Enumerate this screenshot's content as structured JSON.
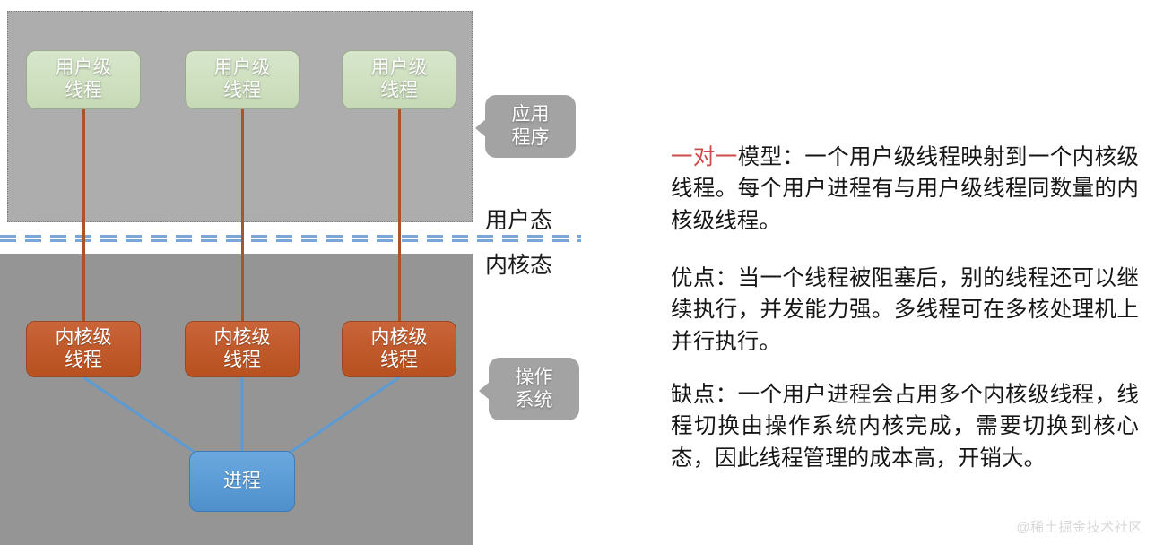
{
  "diagram": {
    "user_space_label": "用户态",
    "kernel_space_label": "内核态",
    "callouts": {
      "application": {
        "line1": "应用",
        "line2": "程序"
      },
      "operating_system": {
        "line1": "操作",
        "line2": "系统"
      }
    },
    "user_threads": [
      {
        "line1": "用户级",
        "line2": "线程"
      },
      {
        "line1": "用户级",
        "line2": "线程"
      },
      {
        "line1": "用户级",
        "line2": "线程"
      }
    ],
    "kernel_threads": [
      {
        "line1": "内核级",
        "line2": "线程"
      },
      {
        "line1": "内核级",
        "line2": "线程"
      },
      {
        "line1": "内核级",
        "line2": "线程"
      }
    ],
    "process": {
      "label": "进程"
    },
    "colors": {
      "user_region_bg": "#adadad",
      "kernel_region_bg": "#959595",
      "user_thread_fill": "#cfe0c0",
      "kernel_thread_fill": "#c05a2c",
      "process_fill": "#5b9bd5",
      "vertical_link": "#a8552c",
      "fan_link": "#5b9bd5",
      "separator": "#7ba7d7",
      "callout_bg": "#a3a3a3",
      "highlight_text": "#cc4b4b"
    }
  },
  "text_panel": {
    "paragraphs": [
      {
        "highlight": "一对一",
        "rest": "模型：一个用户级线程映射到一个内核级线程。每个用户进程有与用户级线程同数量的内核级线程。"
      },
      {
        "highlight": "",
        "rest": "优点：当一个线程被阻塞后，别的线程还可以继续执行，并发能力强。多线程可在多核处理机上并行执行。"
      },
      {
        "highlight": "",
        "rest": "缺点：一个用户进程会占用多个内核级线程，线程切换由操作系统内核完成，需要切换到核心态，因此线程管理的成本高，开销大。"
      }
    ]
  },
  "watermark": {
    "text": "@稀土掘金技术社区"
  }
}
